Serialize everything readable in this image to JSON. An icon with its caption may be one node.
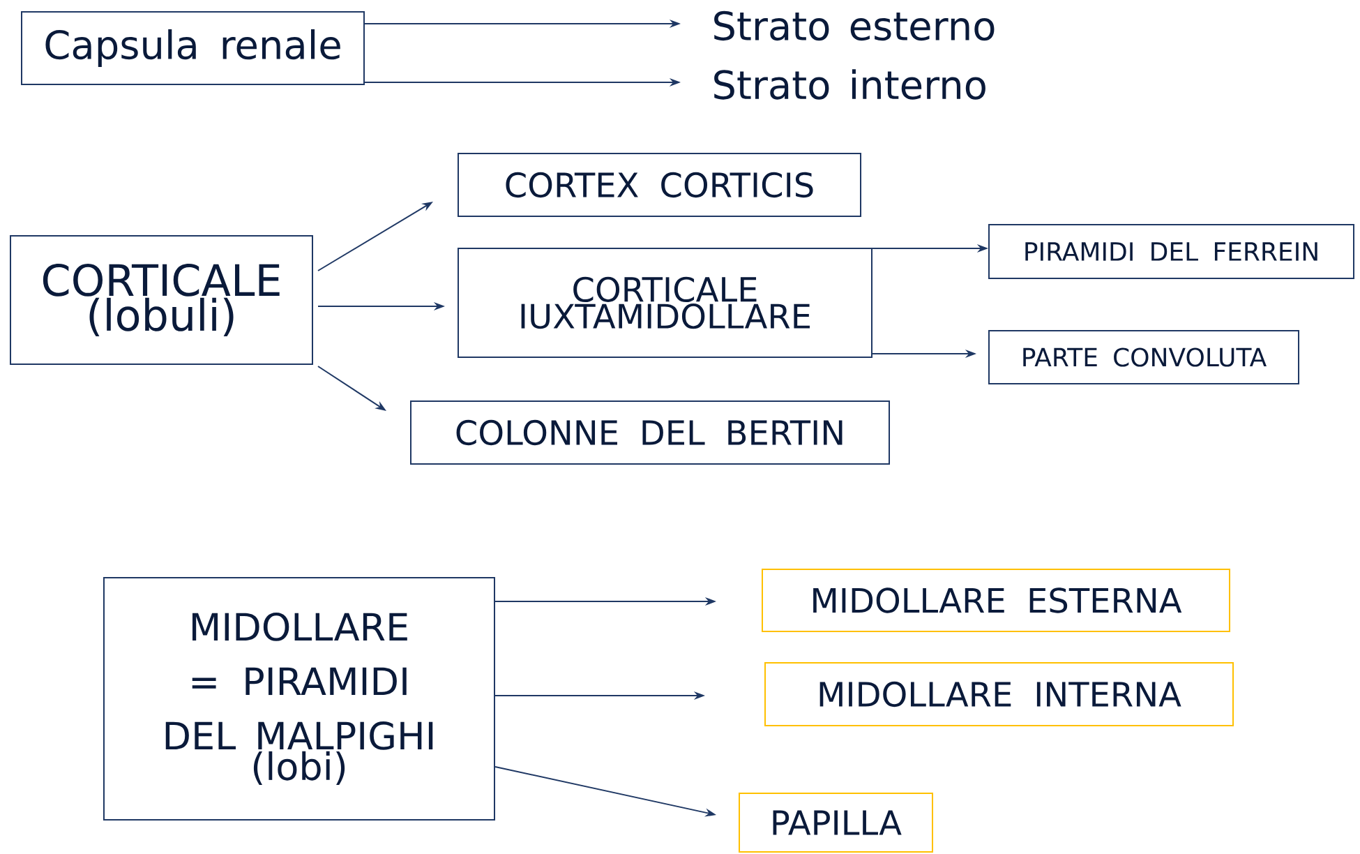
{
  "diagram": {
    "nodes": [
      {
        "text": [
          "Capsula renale"
        ]
      },
      {
        "text": [
          "Strato esterno"
        ]
      },
      {
        "text": [
          "Strato interno"
        ]
      },
      {
        "text": [
          "CORTICALE",
          "(lobuli)"
        ]
      },
      {
        "text": [
          "CORTEX CORTICIS"
        ]
      },
      {
        "text": [
          "CORTICALE IUXTAMIDOLLARE"
        ]
      },
      {
        "text": [
          "PIRAMIDI DEL FERREIN"
        ]
      },
      {
        "text": [
          "PARTE CONVOLUTA"
        ]
      },
      {
        "text": [
          "COLONNE DEL BERTIN"
        ]
      },
      {
        "text": [
          "MIDOLLARE = PIRAMIDI DEL MALPIGHI",
          "(lobi)"
        ]
      },
      {
        "text": [
          "MIDOLLARE ESTERNA"
        ]
      },
      {
        "text": [
          "MIDOLLARE INTERNA"
        ]
      },
      {
        "text": [
          "PAPILLA"
        ]
      }
    ],
    "edges": [
      {
        "from": 0,
        "to": 1,
        "arrow": "to"
      },
      {
        "from": 0,
        "to": 2,
        "arrow": "to"
      },
      {
        "from": 3,
        "to": 4,
        "arrow": "to"
      },
      {
        "from": 3,
        "to": 5,
        "arrow": "to"
      },
      {
        "from": 3,
        "to": 8,
        "arrow": "to"
      },
      {
        "from": 5,
        "to": 6,
        "arrow": "to"
      },
      {
        "from": 5,
        "to": 7,
        "arrow": "to"
      },
      {
        "from": 9,
        "to": 10,
        "arrow": "to"
      },
      {
        "from": 9,
        "to": 11,
        "arrow": "to"
      },
      {
        "from": 9,
        "to": 12,
        "arrow": "to"
      }
    ]
  }
}
